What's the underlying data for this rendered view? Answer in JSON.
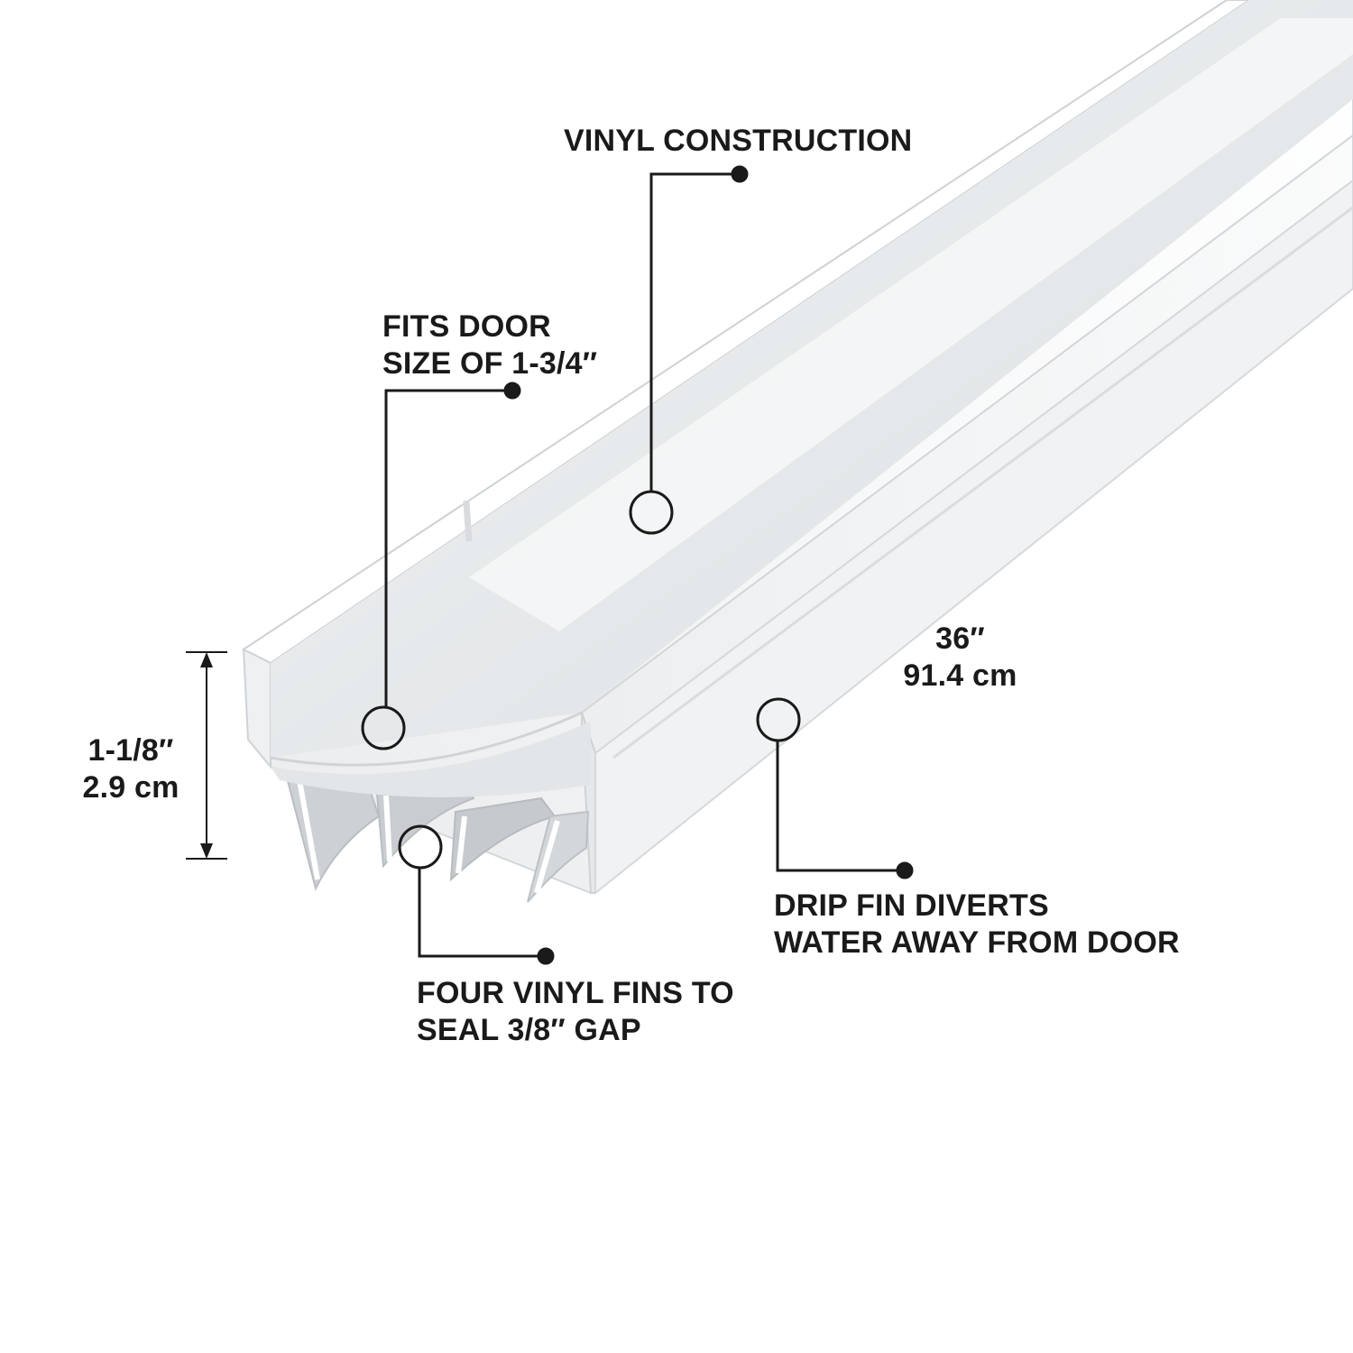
{
  "callouts": {
    "vinyl_construction": {
      "lines": [
        "VINYL CONSTRUCTION"
      ]
    },
    "fits_door": {
      "lines": [
        "FITS DOOR",
        "SIZE OF 1-3/4″"
      ]
    },
    "four_fins": {
      "lines": [
        "FOUR VINYL FINS TO",
        "SEAL 3/8″ GAP"
      ]
    },
    "drip_fin": {
      "lines": [
        "DRIP FIN DIVERTS",
        "WATER AWAY FROM DOOR"
      ]
    }
  },
  "dimensions": {
    "length": {
      "imperial": "36″",
      "metric": "91.4 cm"
    },
    "height": {
      "imperial": "1-1/8″",
      "metric": "2.9 cm"
    }
  },
  "colors": {
    "text": "#1a1a1a",
    "leader": "#1a1a1a",
    "product": "#f4f5f6",
    "shade": "#dfe2e5",
    "fin": "#c9cdd1"
  }
}
